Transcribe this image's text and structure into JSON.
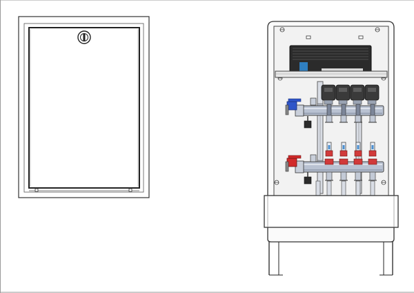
{
  "figure": {
    "views": [
      "closed-cabinet-front-view",
      "open-cabinet-manifold-view"
    ]
  },
  "closed_cabinet": {
    "door_lock_icon": "lock-icon"
  },
  "open_cabinet": {
    "controller_box": {
      "icon": "controller-logo-icon"
    },
    "supply_manifold": {
      "actuator_count": 4,
      "valve_color": "#2e55c9"
    },
    "return_manifold": {
      "valve_count": 4,
      "valve_color": "#d22a2a"
    },
    "colors": {
      "pipe": "#b9c2d2",
      "pipe_dark": "#7c8699",
      "actuator": "#3a3a3a",
      "controller": "#2b2b2b",
      "controller_accent": "#2f7fc1",
      "cap_red": "#d13a3a",
      "flow_meter": "#4a8fd0",
      "panel": "#f2f2f2"
    }
  }
}
